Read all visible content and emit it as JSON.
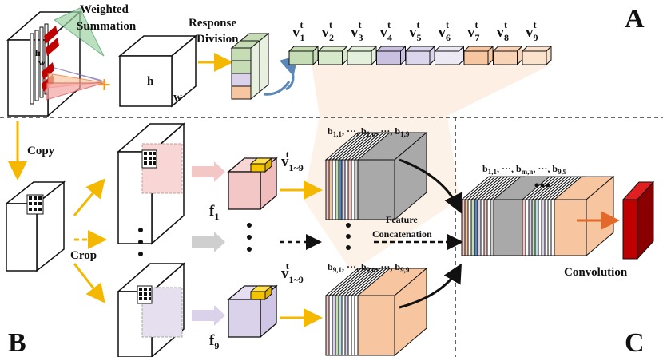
{
  "panels": {
    "a": "A",
    "b": "B",
    "c": "C"
  },
  "labels": {
    "weighted_summation_1": "Weighted",
    "weighted_summation_2": "Summation",
    "response_division_1": "Response",
    "division_2": "Division",
    "copy": "Copy",
    "crop": "Crop",
    "feature_concat_1": "Feature",
    "feature_concat_2": "Concatenation",
    "convolution": "Convolution",
    "h": "h",
    "w": "w",
    "hw_small_h": "h",
    "hw_small_w": "w"
  },
  "vectors": [
    {
      "base": "v",
      "sub": "1",
      "sup": "t"
    },
    {
      "base": "v",
      "sub": "2",
      "sup": "t"
    },
    {
      "base": "v",
      "sub": "3",
      "sup": "t"
    },
    {
      "base": "v",
      "sub": "4",
      "sup": "t"
    },
    {
      "base": "v",
      "sub": "5",
      "sup": "t"
    },
    {
      "base": "v",
      "sub": "6",
      "sup": "t"
    },
    {
      "base": "v",
      "sub": "7",
      "sup": "t"
    },
    {
      "base": "v",
      "sub": "8",
      "sup": "t"
    },
    {
      "base": "v",
      "sub": "9",
      "sup": "t"
    }
  ],
  "v_range_top": {
    "base": "v",
    "sub": "1~9",
    "sup": "t"
  },
  "v_range_bottom": {
    "base": "v",
    "sub": "1~9",
    "sup": "t"
  },
  "f_top": {
    "base": "f",
    "sub": "1"
  },
  "f_bottom": {
    "base": "f",
    "sub": "9"
  },
  "b_top": "b1,1, ···, b1,n, ···, b1,9",
  "b_top_parts": {
    "b1": "b",
    "s1": "1,1",
    "mid1": ", ···, ",
    "b2": "b",
    "s2": "1,n",
    "mid2": ", ···, ",
    "b3": "b",
    "s3": "1,9"
  },
  "b_bottom_parts": {
    "b1": "b",
    "s1": "9,1",
    "mid1": ", ···, ",
    "b2": "b",
    "s2": "9,n",
    "mid2": ", ···, ",
    "b3": "b",
    "s3": "9,9"
  },
  "b_right_parts": {
    "b1": "b",
    "s1": "1,1",
    "mid1": ", ···, ",
    "b2": "b",
    "s2": "m,n",
    "mid2": ", ···, ",
    "b3": "b",
    "s3": "9,9"
  },
  "colors": {
    "green": "#c5dcb4",
    "red_light": "#f4c7c7",
    "purple_light": "#d9d2ea",
    "orange": "#f7c6a0",
    "arrow_yellow": "#f5b800",
    "blue_arrow": "#5b86b8",
    "conv_red": "#c00000",
    "orange_arrow": "#e2692a"
  }
}
